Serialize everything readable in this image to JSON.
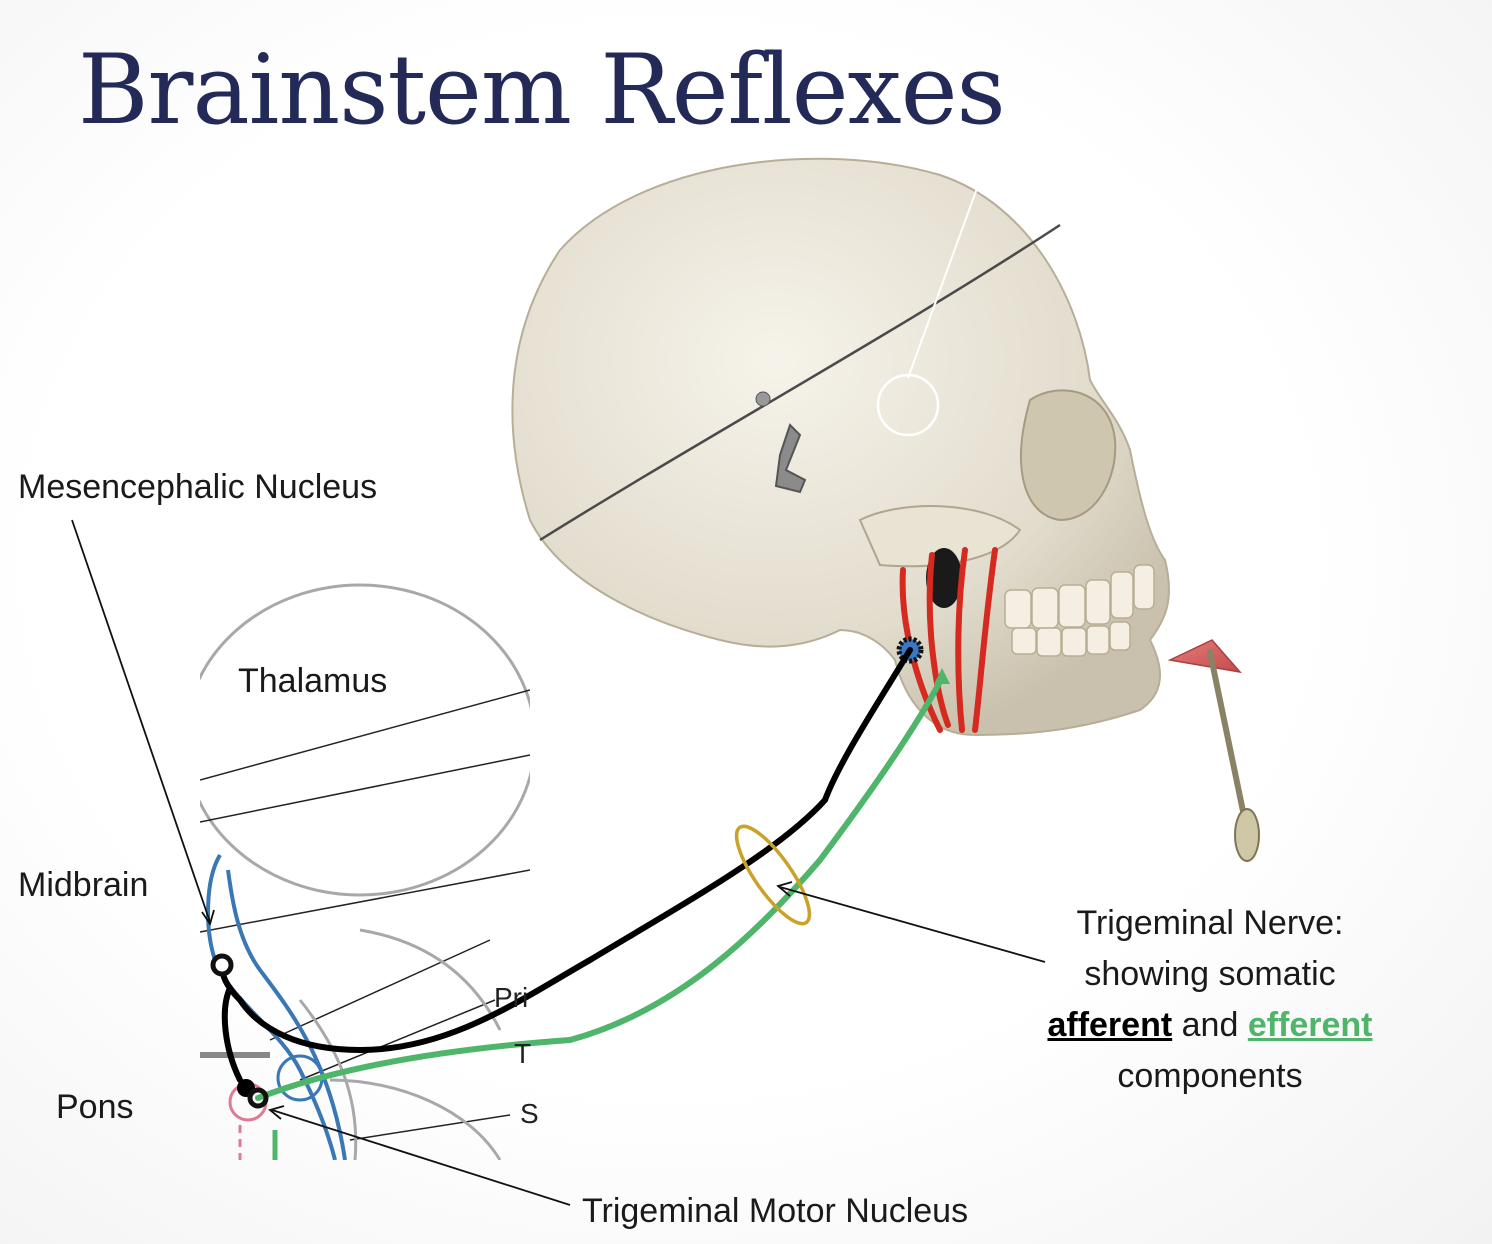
{
  "slide": {
    "title": "Brainstem Reflexes",
    "labels": {
      "mesencephalic": "Mesencephalic Nucleus",
      "thalamus": "Thalamus",
      "midbrain": "Midbrain",
      "pons": "Pons",
      "motor_nucleus": "Trigeminal Motor Nucleus"
    },
    "caption": {
      "line1": "Trigeminal Nerve:",
      "line2": "showing somatic",
      "afferent": "afferent",
      "and": "and",
      "efferent": "efferent",
      "line4": "components"
    },
    "cropped_labels": {
      "pri": "Pri",
      "t": "T",
      "s": "S"
    }
  },
  "colors": {
    "title": "#232a57",
    "afferent": "#000000",
    "efferent": "#4fb56a",
    "masseter": "#d42a1f",
    "brainstem_outline": "#3a78b5",
    "nerve_ring": "#c9a227"
  },
  "icons": [
    "skull-illustration",
    "reflex-hammer-icon"
  ]
}
